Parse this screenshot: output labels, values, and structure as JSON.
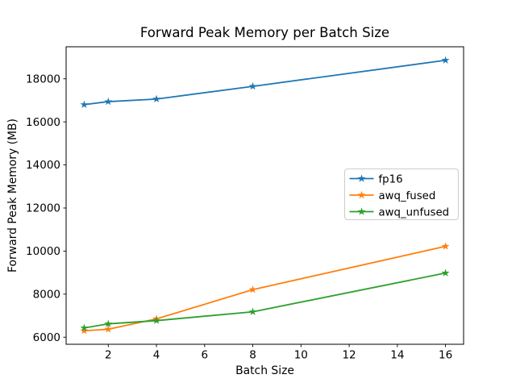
{
  "chart_data": {
    "type": "line",
    "title": "Forward Peak Memory per Batch Size",
    "xlabel": "Batch Size",
    "ylabel": "Forward Peak Memory (MB)",
    "x": [
      1,
      2,
      4,
      8,
      16
    ],
    "series": [
      {
        "name": "fp16",
        "color": "#1f77b4",
        "marker": "star",
        "values": [
          16800,
          16940,
          17060,
          17650,
          18860
        ]
      },
      {
        "name": "awq_fused",
        "color": "#ff7f0e",
        "marker": "star",
        "values": [
          6300,
          6370,
          6850,
          8210,
          10220
        ]
      },
      {
        "name": "awq_unfused",
        "color": "#2ca02c",
        "marker": "star",
        "values": [
          6430,
          6620,
          6770,
          7180,
          8980
        ]
      }
    ],
    "xlim": [
      0.25,
      16.75
    ],
    "ylim": [
      5672,
      19488
    ],
    "xticks": [
      2,
      4,
      6,
      8,
      10,
      12,
      14,
      16
    ],
    "yticks": [
      6000,
      8000,
      10000,
      12000,
      14000,
      16000,
      18000
    ],
    "grid": false,
    "legend_position": "center right",
    "background_color": "#ffffff",
    "spine_color": "#000000",
    "legend_border_color": "#cccccc"
  }
}
